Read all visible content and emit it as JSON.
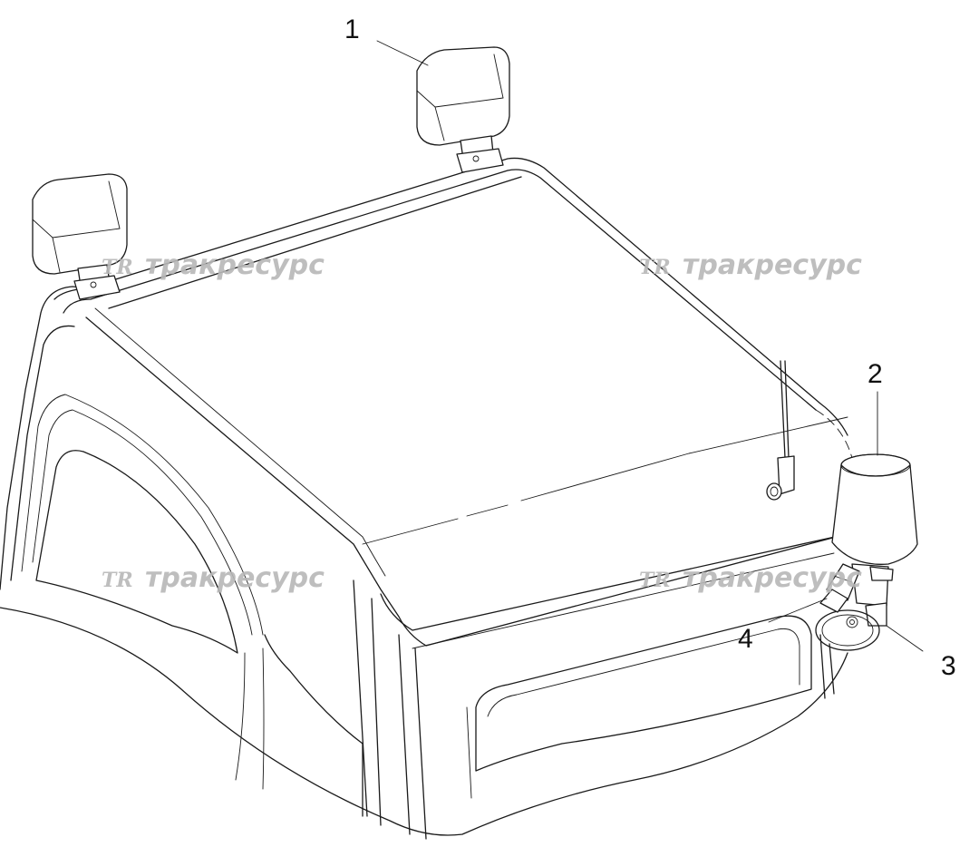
{
  "callouts": [
    {
      "id": "1",
      "label": "1"
    },
    {
      "id": "2",
      "label": "2"
    },
    {
      "id": "3",
      "label": "3"
    },
    {
      "id": "4",
      "label": "4"
    }
  ],
  "watermark": {
    "logo": "TR",
    "text": "тракресурс"
  },
  "colors": {
    "line": "#1a1a1a",
    "background": "#ffffff",
    "watermark": "#b8b8b8"
  }
}
